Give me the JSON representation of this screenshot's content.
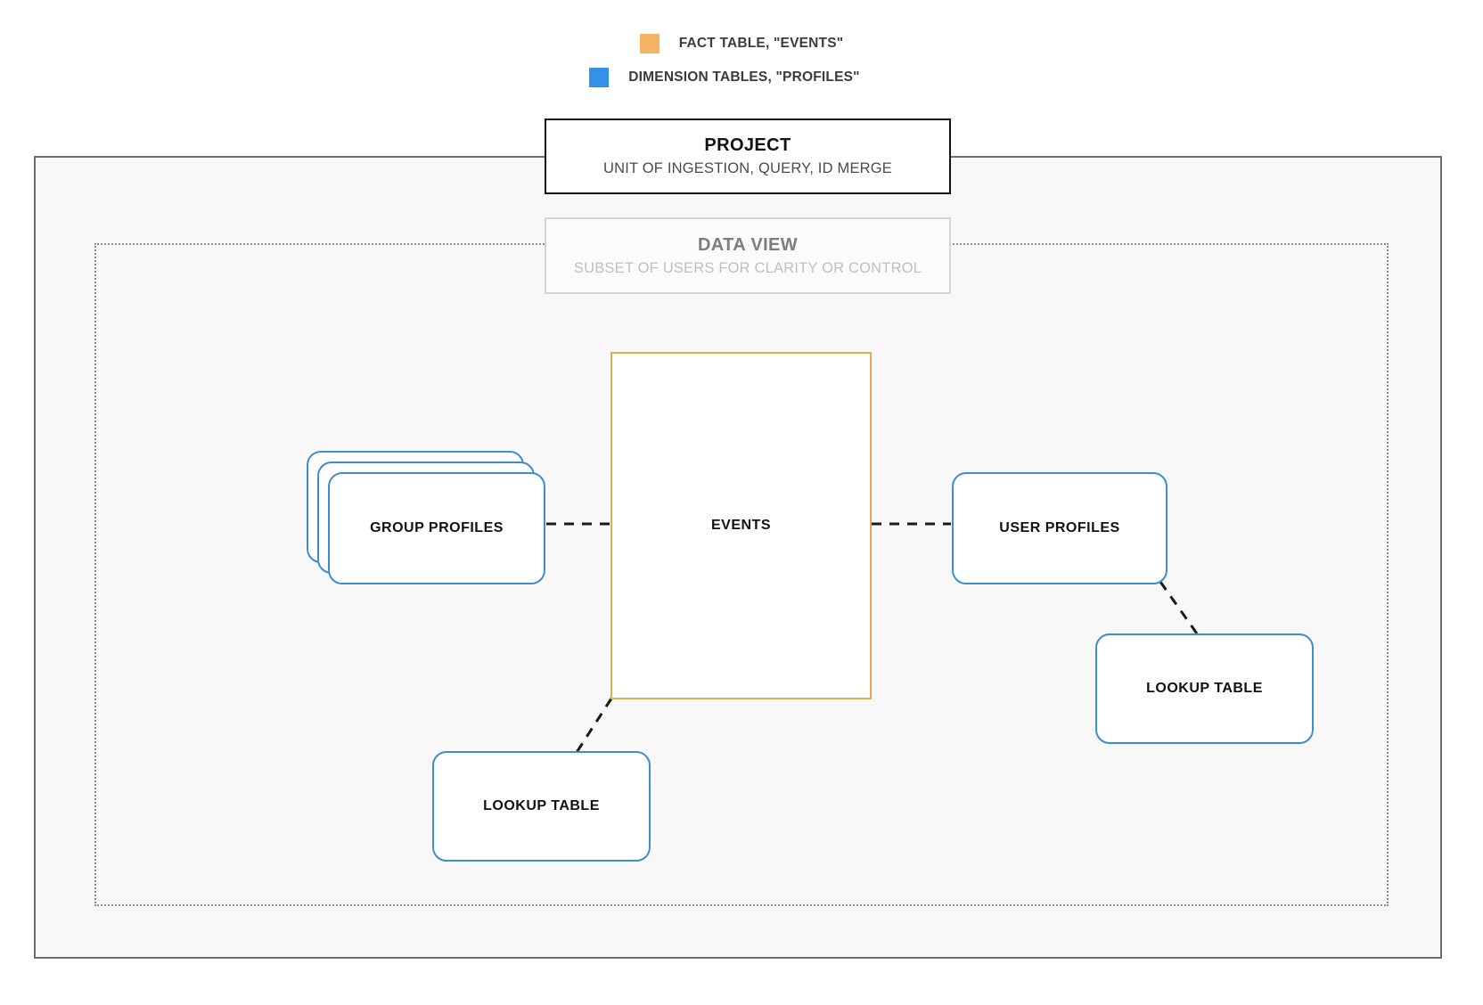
{
  "legend": {
    "items": [
      {
        "label": "FACT TABLE, \"EVENTS\"",
        "color": "#f5b366",
        "icon": "orange-square-swatch"
      },
      {
        "label": "DIMENSION TABLES, \"PROFILES\"",
        "color": "#3391e8",
        "icon": "blue-square-swatch"
      }
    ]
  },
  "project": {
    "title": "PROJECT",
    "subtitle": "UNIT OF INGESTION, QUERY, ID MERGE"
  },
  "data_view": {
    "title": "DATA VIEW",
    "subtitle": "SUBSET OF USERS FOR CLARITY OR CONTROL"
  },
  "nodes": {
    "events": {
      "label": "EVENTS",
      "type": "fact-table",
      "border_color": "#eaa94d"
    },
    "group_profiles": {
      "label": "GROUP PROFILES",
      "type": "dimension-table-stack",
      "border_color": "#3d8fcc",
      "stack_count": 3
    },
    "user_profiles": {
      "label": "USER PROFILES",
      "type": "dimension-table",
      "border_color": "#3d8fcc"
    },
    "lookup_table_left": {
      "label": "LOOKUP TABLE",
      "type": "lookup-table",
      "border_color": "#3d8fcc"
    },
    "lookup_table_right": {
      "label": "LOOKUP TABLE",
      "type": "lookup-table",
      "border_color": "#3d8fcc"
    }
  },
  "connections": [
    {
      "from": "group_profiles",
      "to": "events",
      "style": "dashed"
    },
    {
      "from": "events",
      "to": "user_profiles",
      "style": "dashed"
    },
    {
      "from": "events",
      "to": "lookup_table_left",
      "style": "dashed"
    },
    {
      "from": "user_profiles",
      "to": "lookup_table_right",
      "style": "dashed"
    }
  ],
  "colors": {
    "fact": "#eaa94d",
    "dimension": "#3d8fcc",
    "legend_fact": "#f5b366",
    "legend_dimension": "#3391e8",
    "outer_border": "#6e6e6e",
    "inner_border": "#8a8a8a",
    "canvas": "#f8f8f8"
  }
}
